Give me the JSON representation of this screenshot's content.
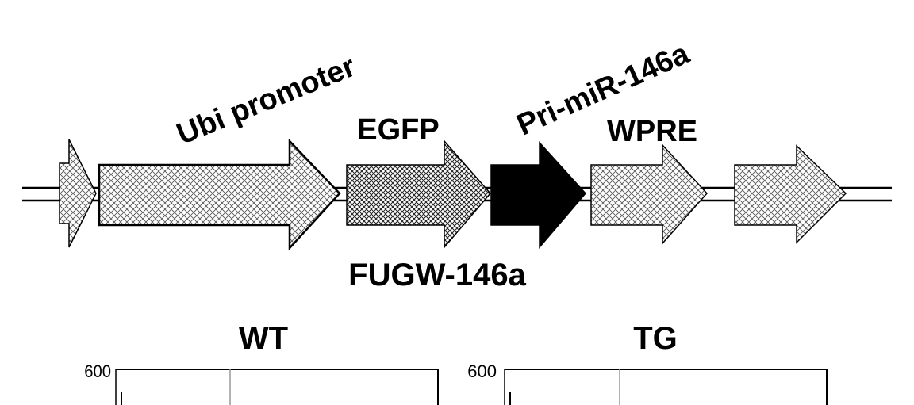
{
  "construct": {
    "name": "FUGW-146a",
    "elements": [
      {
        "id": "ltr-5",
        "label": "",
        "style": "crosshatch-light"
      },
      {
        "id": "ubi",
        "label": "Ubi promoter",
        "style": "crosshatch-light"
      },
      {
        "id": "egfp",
        "label": "EGFP",
        "style": "crosshatch-dense"
      },
      {
        "id": "pri-mir",
        "label": "Pri-miR-146a",
        "style": "solid-black"
      },
      {
        "id": "wpre",
        "label": "WPRE",
        "style": "crosshatch-light"
      },
      {
        "id": "ltr-3",
        "label": "",
        "style": "crosshatch-light"
      }
    ]
  },
  "plots": [
    {
      "title": "WT",
      "y_tick_top": "600"
    },
    {
      "title": "TG",
      "y_tick_top": "600"
    }
  ],
  "colors": {
    "line": "#000000",
    "fill": "#ffffff",
    "solid": "#000000",
    "hatch": "#555555"
  }
}
